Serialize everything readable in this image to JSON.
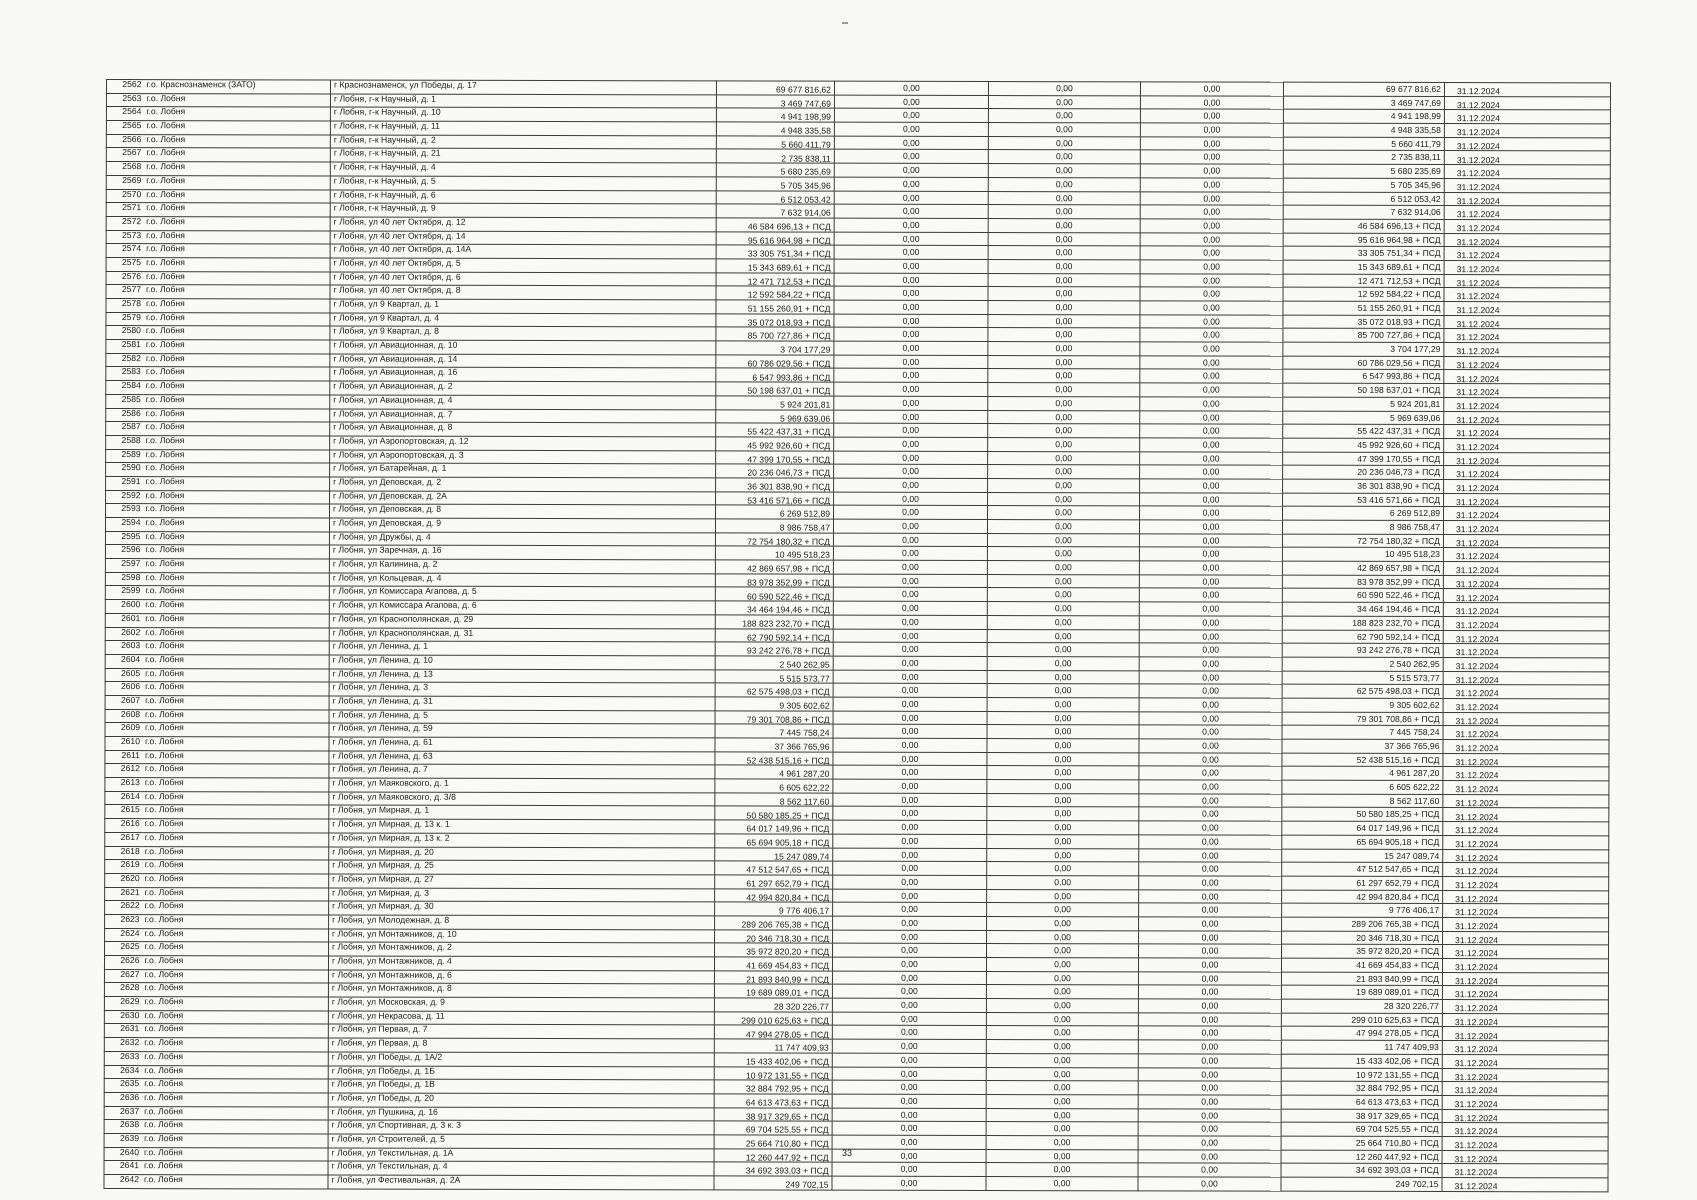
{
  "page_number": "33",
  "rows": [
    [
      "2562",
      "г.о. Краснознаменск (ЗАТО)",
      "г Краснознаменск, ул Победы, д. 17",
      "69 677 816,62",
      "0,00",
      "0,00",
      "0,00",
      "69 677 816,62",
      "31.12.2024"
    ],
    [
      "2563",
      "г.о. Лобня",
      "г Лобня, г-к Научный, д. 1",
      "3 469 747,69",
      "0,00",
      "0,00",
      "0,00",
      "3 469 747,69",
      "31.12.2024"
    ],
    [
      "2564",
      "г.о. Лобня",
      "г Лобня, г-к Научный, д. 10",
      "4 941 198,99",
      "0,00",
      "0,00",
      "0,00",
      "4 941 198,99",
      "31.12.2024"
    ],
    [
      "2565",
      "г.о. Лобня",
      "г Лобня, г-к Научный, д. 11",
      "4 948 335,58",
      "0,00",
      "0,00",
      "0,00",
      "4 948 335,58",
      "31.12.2024"
    ],
    [
      "2566",
      "г.о. Лобня",
      "г Лобня, г-к Научный, д. 2",
      "5 660 411,79",
      "0,00",
      "0,00",
      "0,00",
      "5 660 411,79",
      "31.12.2024"
    ],
    [
      "2567",
      "г.о. Лобня",
      "г Лобня, г-к Научный, д. 21",
      "2 735 838,11",
      "0,00",
      "0,00",
      "0,00",
      "2 735 838,11",
      "31.12.2024"
    ],
    [
      "2568",
      "г.о. Лобня",
      "г Лобня, г-к Научный, д. 4",
      "5 680 235,69",
      "0,00",
      "0,00",
      "0,00",
      "5 680 235,69",
      "31.12.2024"
    ],
    [
      "2569",
      "г.о. Лобня",
      "г Лобня, г-к Научный, д. 5",
      "5 705 345,96",
      "0,00",
      "0,00",
      "0,00",
      "5 705 345,96",
      "31.12.2024"
    ],
    [
      "2570",
      "г.о. Лобня",
      "г Лобня, г-к Научный, д. 6",
      "6 512 053,42",
      "0,00",
      "0,00",
      "0,00",
      "6 512 053,42",
      "31.12.2024"
    ],
    [
      "2571",
      "г.о. Лобня",
      "г Лобня, г-к Научный, д. 9",
      "7 632 914,06",
      "0,00",
      "0,00",
      "0,00",
      "7 632 914,06",
      "31.12.2024"
    ],
    [
      "2572",
      "г.о. Лобня",
      "г Лобня, ул 40 лет Октября, д. 12",
      "46 584 696,13 + ПСД",
      "0,00",
      "0,00",
      "0,00",
      "46 584 696,13 + ПСД",
      "31.12.2024"
    ],
    [
      "2573",
      "г.о. Лобня",
      "г Лобня, ул 40 лет Октября, д. 14",
      "95 616 964,98 + ПСД",
      "0,00",
      "0,00",
      "0,00",
      "95 616 964,98 + ПСД",
      "31.12.2024"
    ],
    [
      "2574",
      "г.о. Лобня",
      "г Лобня, ул 40 лет Октября, д. 14А",
      "33 305 751,34 + ПСД",
      "0,00",
      "0,00",
      "0,00",
      "33 305 751,34 + ПСД",
      "31.12.2024"
    ],
    [
      "2575",
      "г.о. Лобня",
      "г Лобня, ул 40 лет Октября, д. 5",
      "15 343 689,61 + ПСД",
      "0,00",
      "0,00",
      "0,00",
      "15 343 689,61 + ПСД",
      "31.12.2024"
    ],
    [
      "2576",
      "г.о. Лобня",
      "г Лобня, ул 40 лет Октября, д. 6",
      "12 471 712,53 + ПСД",
      "0,00",
      "0,00",
      "0,00",
      "12 471 712,53 + ПСД",
      "31.12.2024"
    ],
    [
      "2577",
      "г.о. Лобня",
      "г Лобня, ул 40 лет Октября, д. 8",
      "12 592 584,22 + ПСД",
      "0,00",
      "0,00",
      "0,00",
      "12 592 584,22 + ПСД",
      "31.12.2024"
    ],
    [
      "2578",
      "г.о. Лобня",
      "г Лобня, ул 9 Квартал, д. 1",
      "51 155 260,91 + ПСД",
      "0,00",
      "0,00",
      "0,00",
      "51 155 260,91 + ПСД",
      "31.12.2024"
    ],
    [
      "2579",
      "г.о. Лобня",
      "г Лобня, ул 9 Квартал, д. 4",
      "35 072 018,93 + ПСД",
      "0,00",
      "0,00",
      "0,00",
      "35 072 018,93 + ПСД",
      "31.12.2024"
    ],
    [
      "2580",
      "г.о. Лобня",
      "г Лобня, ул 9 Квартал, д. 8",
      "85 700 727,86 + ПСД",
      "0,00",
      "0,00",
      "0,00",
      "85 700 727,86 + ПСД",
      "31.12.2024"
    ],
    [
      "2581",
      "г.о. Лобня",
      "г Лобня, ул Авиационная, д. 10",
      "3 704 177,29",
      "0,00",
      "0,00",
      "0,00",
      "3 704 177,29",
      "31.12.2024"
    ],
    [
      "2582",
      "г.о. Лобня",
      "г Лобня, ул Авиационная, д. 14",
      "60 786 029,56 + ПСД",
      "0,00",
      "0,00",
      "0,00",
      "60 786 029,56 + ПСД",
      "31.12.2024"
    ],
    [
      "2583",
      "г.о. Лобня",
      "г Лобня, ул Авиационная, д. 16",
      "6 547 993,86 + ПСД",
      "0,00",
      "0,00",
      "0,00",
      "6 547 993,86 + ПСД",
      "31.12.2024"
    ],
    [
      "2584",
      "г.о. Лобня",
      "г Лобня, ул Авиационная, д. 2",
      "50 198 637,01 + ПСД",
      "0,00",
      "0,00",
      "0,00",
      "50 198 637,01 + ПСД",
      "31.12.2024"
    ],
    [
      "2585",
      "г.о. Лобня",
      "г Лобня, ул Авиационная, д. 4",
      "5 924 201,81",
      "0,00",
      "0,00",
      "0,00",
      "5 924 201,81",
      "31.12.2024"
    ],
    [
      "2586",
      "г.о. Лобня",
      "г Лобня, ул Авиационная, д. 7",
      "5 969 639,06",
      "0,00",
      "0,00",
      "0,00",
      "5 969 639,06",
      "31.12.2024"
    ],
    [
      "2587",
      "г.о. Лобня",
      "г Лобня, ул Авиационная, д. 8",
      "55 422 437,31 + ПСД",
      "0,00",
      "0,00",
      "0,00",
      "55 422 437,31 + ПСД",
      "31.12.2024"
    ],
    [
      "2588",
      "г.о. Лобня",
      "г Лобня, ул Аэропортовская, д. 12",
      "45 992 926,60 + ПСД",
      "0,00",
      "0,00",
      "0,00",
      "45 992 926,60 + ПСД",
      "31.12.2024"
    ],
    [
      "2589",
      "г.о. Лобня",
      "г Лобня, ул Аэропортовская, д. 3",
      "47 399 170,55 + ПСД",
      "0,00",
      "0,00",
      "0,00",
      "47 399 170,55 + ПСД",
      "31.12.2024"
    ],
    [
      "2590",
      "г.о. Лобня",
      "г Лобня, ул Батарейная, д. 1",
      "20 236 046,73 + ПСД",
      "0,00",
      "0,00",
      "0,00",
      "20 236 046,73 + ПСД",
      "31.12.2024"
    ],
    [
      "2591",
      "г.о. Лобня",
      "г Лобня, ул Деповская, д. 2",
      "36 301 838,90 + ПСД",
      "0,00",
      "0,00",
      "0,00",
      "36 301 838,90 + ПСД",
      "31.12.2024"
    ],
    [
      "2592",
      "г.о. Лобня",
      "г Лобня, ул Деповская, д. 2А",
      "53 416 571,66 + ПСД",
      "0,00",
      "0,00",
      "0,00",
      "53 416 571,66 + ПСД",
      "31.12.2024"
    ],
    [
      "2593",
      "г.о. Лобня",
      "г Лобня, ул Деповская, д. 8",
      "6 269 512,89",
      "0,00",
      "0,00",
      "0,00",
      "6 269 512,89",
      "31.12.2024"
    ],
    [
      "2594",
      "г.о. Лобня",
      "г Лобня, ул Деповская, д. 9",
      "8 986 758,47",
      "0,00",
      "0,00",
      "0,00",
      "8 986 758,47",
      "31.12.2024"
    ],
    [
      "2595",
      "г.о. Лобня",
      "г Лобня, ул Дружбы, д. 4",
      "72 754 180,32 + ПСД",
      "0,00",
      "0,00",
      "0,00",
      "72 754 180,32 + ПСД",
      "31.12.2024"
    ],
    [
      "2596",
      "г.о. Лобня",
      "г Лобня, ул Заречная, д. 16",
      "10 495 518,23",
      "0,00",
      "0,00",
      "0,00",
      "10 495 518,23",
      "31.12.2024"
    ],
    [
      "2597",
      "г.о. Лобня",
      "г Лобня, ул Калинина, д. 2",
      "42 869 657,98 + ПСД",
      "0,00",
      "0,00",
      "0,00",
      "42 869 657,98 + ПСД",
      "31.12.2024"
    ],
    [
      "2598",
      "г.о. Лобня",
      "г Лобня, ул Кольцевая, д. 4",
      "83 978 352,99 + ПСД",
      "0,00",
      "0,00",
      "0,00",
      "83 978 352,99 + ПСД",
      "31.12.2024"
    ],
    [
      "2599",
      "г.о. Лобня",
      "г Лобня, ул Комиссара Агапова, д. 5",
      "60 590 522,46 + ПСД",
      "0,00",
      "0,00",
      "0,00",
      "60 590 522,46 + ПСД",
      "31.12.2024"
    ],
    [
      "2600",
      "г.о. Лобня",
      "г Лобня, ул Комиссара Агапова, д. 6",
      "34 464 194,46 + ПСД",
      "0,00",
      "0,00",
      "0,00",
      "34 464 194,46 + ПСД",
      "31.12.2024"
    ],
    [
      "2601",
      "г.о. Лобня",
      "г Лобня, ул Краснополянская, д. 29",
      "188 823 232,70 + ПСД",
      "0,00",
      "0,00",
      "0,00",
      "188 823 232,70 + ПСД",
      "31.12.2024"
    ],
    [
      "2602",
      "г.о. Лобня",
      "г Лобня, ул Краснополянская, д. 31",
      "62 790 592,14 + ПСД",
      "0,00",
      "0,00",
      "0,00",
      "62 790 592,14 + ПСД",
      "31.12.2024"
    ],
    [
      "2603",
      "г.о. Лобня",
      "г Лобня, ул Ленина, д. 1",
      "93 242 276,78 + ПСД",
      "0,00",
      "0,00",
      "0,00",
      "93 242 276,78 + ПСД",
      "31.12.2024"
    ],
    [
      "2604",
      "г.о. Лобня",
      "г Лобня, ул Ленина, д. 10",
      "2 540 262,95",
      "0,00",
      "0,00",
      "0,00",
      "2 540 262,95",
      "31.12.2024"
    ],
    [
      "2605",
      "г.о. Лобня",
      "г Лобня, ул Ленина, д. 13",
      "5 515 573,77",
      "0,00",
      "0,00",
      "0,00",
      "5 515 573,77",
      "31.12.2024"
    ],
    [
      "2606",
      "г.о. Лобня",
      "г Лобня, ул Ленина, д. 3",
      "62 575 498,03 + ПСД",
      "0,00",
      "0,00",
      "0,00",
      "62 575 498,03 + ПСД",
      "31.12.2024"
    ],
    [
      "2607",
      "г.о. Лобня",
      "г Лобня, ул Ленина, д. 31",
      "9 305 602,62",
      "0,00",
      "0,00",
      "0,00",
      "9 305 602,62",
      "31.12.2024"
    ],
    [
      "2608",
      "г.о. Лобня",
      "г Лобня, ул Ленина, д. 5",
      "79 301 708,86 + ПСД",
      "0,00",
      "0,00",
      "0,00",
      "79 301 708,86 + ПСД",
      "31.12.2024"
    ],
    [
      "2609",
      "г.о. Лобня",
      "г Лобня, ул Ленина, д. 59",
      "7 445 758,24",
      "0,00",
      "0,00",
      "0,00",
      "7 445 758,24",
      "31.12.2024"
    ],
    [
      "2610",
      "г.о. Лобня",
      "г Лобня, ул Ленина, д. 61",
      "37 366 765,96",
      "0,00",
      "0,00",
      "0,00",
      "37 366 765,96",
      "31.12.2024"
    ],
    [
      "2611",
      "г.о. Лобня",
      "г Лобня, ул Ленина, д. 63",
      "52 438 515,16 + ПСД",
      "0,00",
      "0,00",
      "0,00",
      "52 438 515,16 + ПСД",
      "31.12.2024"
    ],
    [
      "2612",
      "г.о. Лобня",
      "г Лобня, ул Ленина, д. 7",
      "4 961 287,20",
      "0,00",
      "0,00",
      "0,00",
      "4 961 287,20",
      "31.12.2024"
    ],
    [
      "2613",
      "г.о. Лобня",
      "г Лобня, ул Маяковского, д. 1",
      "6 605 622,22",
      "0,00",
      "0,00",
      "0,00",
      "6 605 622,22",
      "31.12.2024"
    ],
    [
      "2614",
      "г.о. Лобня",
      "г Лобня, ул Маяковского, д. 3/8",
      "8 562 117,60",
      "0,00",
      "0,00",
      "0,00",
      "8 562 117,60",
      "31.12.2024"
    ],
    [
      "2615",
      "г.о. Лобня",
      "г Лобня, ул Мирная, д. 1",
      "50 580 185,25 + ПСД",
      "0,00",
      "0,00",
      "0,00",
      "50 580 185,25 + ПСД",
      "31.12.2024"
    ],
    [
      "2616",
      "г.о. Лобня",
      "г Лобня, ул Мирная, д. 13 к. 1",
      "64 017 149,96 + ПСД",
      "0,00",
      "0,00",
      "0,00",
      "64 017 149,96 + ПСД",
      "31.12.2024"
    ],
    [
      "2617",
      "г.о. Лобня",
      "г Лобня, ул Мирная, д. 13 к. 2",
      "65 694 905,18 + ПСД",
      "0,00",
      "0,00",
      "0,00",
      "65 694 905,18 + ПСД",
      "31.12.2024"
    ],
    [
      "2618",
      "г.о. Лобня",
      "г Лобня, ул Мирная, д. 20",
      "15 247 089,74",
      "0,00",
      "0,00",
      "0,00",
      "15 247 089,74",
      "31.12.2024"
    ],
    [
      "2619",
      "г.о. Лобня",
      "г Лобня, ул Мирная, д. 25",
      "47 512 547,65 + ПСД",
      "0,00",
      "0,00",
      "0,00",
      "47 512 547,65 + ПСД",
      "31.12.2024"
    ],
    [
      "2620",
      "г.о. Лобня",
      "г Лобня, ул Мирная, д. 27",
      "61 297 652,79 + ПСД",
      "0,00",
      "0,00",
      "0,00",
      "61 297 652,79 + ПСД",
      "31.12.2024"
    ],
    [
      "2621",
      "г.о. Лобня",
      "г Лобня, ул Мирная, д. 3",
      "42 994 820,84 + ПСД",
      "0,00",
      "0,00",
      "0,00",
      "42 994 820,84 + ПСД",
      "31.12.2024"
    ],
    [
      "2622",
      "г.о. Лобня",
      "г Лобня, ул Мирная, д. 30",
      "9 776 406,17",
      "0,00",
      "0,00",
      "0,00",
      "9 776 406,17",
      "31.12.2024"
    ],
    [
      "2623",
      "г.о. Лобня",
      "г Лобня, ул Молодежная, д. 8",
      "289 206 765,38 + ПСД",
      "0,00",
      "0,00",
      "0,00",
      "289 206 765,38 + ПСД",
      "31.12.2024"
    ],
    [
      "2624",
      "г.о. Лобня",
      "г Лобня, ул Монтажников, д. 10",
      "20 346 718,30 + ПСД",
      "0,00",
      "0,00",
      "0,00",
      "20 346 718,30 + ПСД",
      "31.12.2024"
    ],
    [
      "2625",
      "г.о. Лобня",
      "г Лобня, ул Монтажников, д. 2",
      "35 972 820,20 + ПСД",
      "0,00",
      "0,00",
      "0,00",
      "35 972 820,20 + ПСД",
      "31.12.2024"
    ],
    [
      "2626",
      "г.о. Лобня",
      "г Лобня, ул Монтажников, д. 4",
      "41 669 454,83 + ПСД",
      "0,00",
      "0,00",
      "0,00",
      "41 669 454,83 + ПСД",
      "31.12.2024"
    ],
    [
      "2627",
      "г.о. Лобня",
      "г Лобня, ул Монтажников, д. 6",
      "21 893 840,99 + ПСД",
      "0,00",
      "0,00",
      "0,00",
      "21 893 840,99 + ПСД",
      "31.12.2024"
    ],
    [
      "2628",
      "г.о. Лобня",
      "г Лобня, ул Монтажников, д. 8",
      "19 689 089,01 + ПСД",
      "0,00",
      "0,00",
      "0,00",
      "19 689 089,01 + ПСД",
      "31.12.2024"
    ],
    [
      "2629",
      "г.о. Лобня",
      "г Лобня, ул Московская, д. 9",
      "28 320 226,77",
      "0,00",
      "0,00",
      "0,00",
      "28 320 226,77",
      "31.12.2024"
    ],
    [
      "2630",
      "г.о. Лобня",
      "г Лобня, ул Некрасова, д. 11",
      "299 010 625,63 + ПСД",
      "0,00",
      "0,00",
      "0,00",
      "299 010 625,63 + ПСД",
      "31.12.2024"
    ],
    [
      "2631",
      "г.о. Лобня",
      "г Лобня, ул Первая, д. 7",
      "47 994 278,05 + ПСД",
      "0,00",
      "0,00",
      "0,00",
      "47 994 278,05 + ПСД",
      "31.12.2024"
    ],
    [
      "2632",
      "г.о. Лобня",
      "г Лобня, ул Первая, д. 8",
      "11 747 409,93",
      "0,00",
      "0,00",
      "0,00",
      "11 747 409,93",
      "31.12.2024"
    ],
    [
      "2633",
      "г.о. Лобня",
      "г Лобня, ул Победы, д. 1А/2",
      "15 433 402,06 + ПСД",
      "0,00",
      "0,00",
      "0,00",
      "15 433 402,06 + ПСД",
      "31.12.2024"
    ],
    [
      "2634",
      "г.о. Лобня",
      "г Лобня, ул Победы, д. 1Б",
      "10 972 131,55 + ПСД",
      "0,00",
      "0,00",
      "0,00",
      "10 972 131,55 + ПСД",
      "31.12.2024"
    ],
    [
      "2635",
      "г.о. Лобня",
      "г Лобня, ул Победы, д. 1В",
      "32 884 792,95 + ПСД",
      "0,00",
      "0,00",
      "0,00",
      "32 884 792,95 + ПСД",
      "31.12.2024"
    ],
    [
      "2636",
      "г.о. Лобня",
      "г Лобня, ул Победы, д. 20",
      "64 613 473,63 + ПСД",
      "0,00",
      "0,00",
      "0,00",
      "64 613 473,63 + ПСД",
      "31.12.2024"
    ],
    [
      "2637",
      "г.о. Лобня",
      "г Лобня, ул Пушкина, д. 16",
      "38 917 329,65 + ПСД",
      "0,00",
      "0,00",
      "0,00",
      "38 917 329,65 + ПСД",
      "31.12.2024"
    ],
    [
      "2638",
      "г.о. Лобня",
      "г Лобня, ул Спортивная, д. 3 к. 3",
      "69 704 525,55 + ПСД",
      "0,00",
      "0,00",
      "0,00",
      "69 704 525,55 + ПСД",
      "31.12.2024"
    ],
    [
      "2639",
      "г.о. Лобня",
      "г Лобня, ул Строителей, д. 5",
      "25 664 710,80 + ПСД",
      "0,00",
      "0,00",
      "0,00",
      "25 664 710,80 + ПСД",
      "31.12.2024"
    ],
    [
      "2640",
      "г.о. Лобня",
      "г Лобня, ул Текстильная, д. 1А",
      "12 260 447,92 + ПСД",
      "0,00",
      "0,00",
      "0,00",
      "12 260 447,92 + ПСД",
      "31.12.2024"
    ],
    [
      "2641",
      "г.о. Лобня",
      "г Лобня, ул Текстильная, д. 4",
      "34 692 393,03 + ПСД",
      "0,00",
      "0,00",
      "0,00",
      "34 692 393,03 + ПСД",
      "31.12.2024"
    ],
    [
      "2642",
      "г.о. Лобня",
      "г Лобня, ул Фестивальная, д. 2А",
      "249 702,15",
      "0,00",
      "0,00",
      "0,00",
      "249 702,15",
      "31.12.2024"
    ]
  ]
}
